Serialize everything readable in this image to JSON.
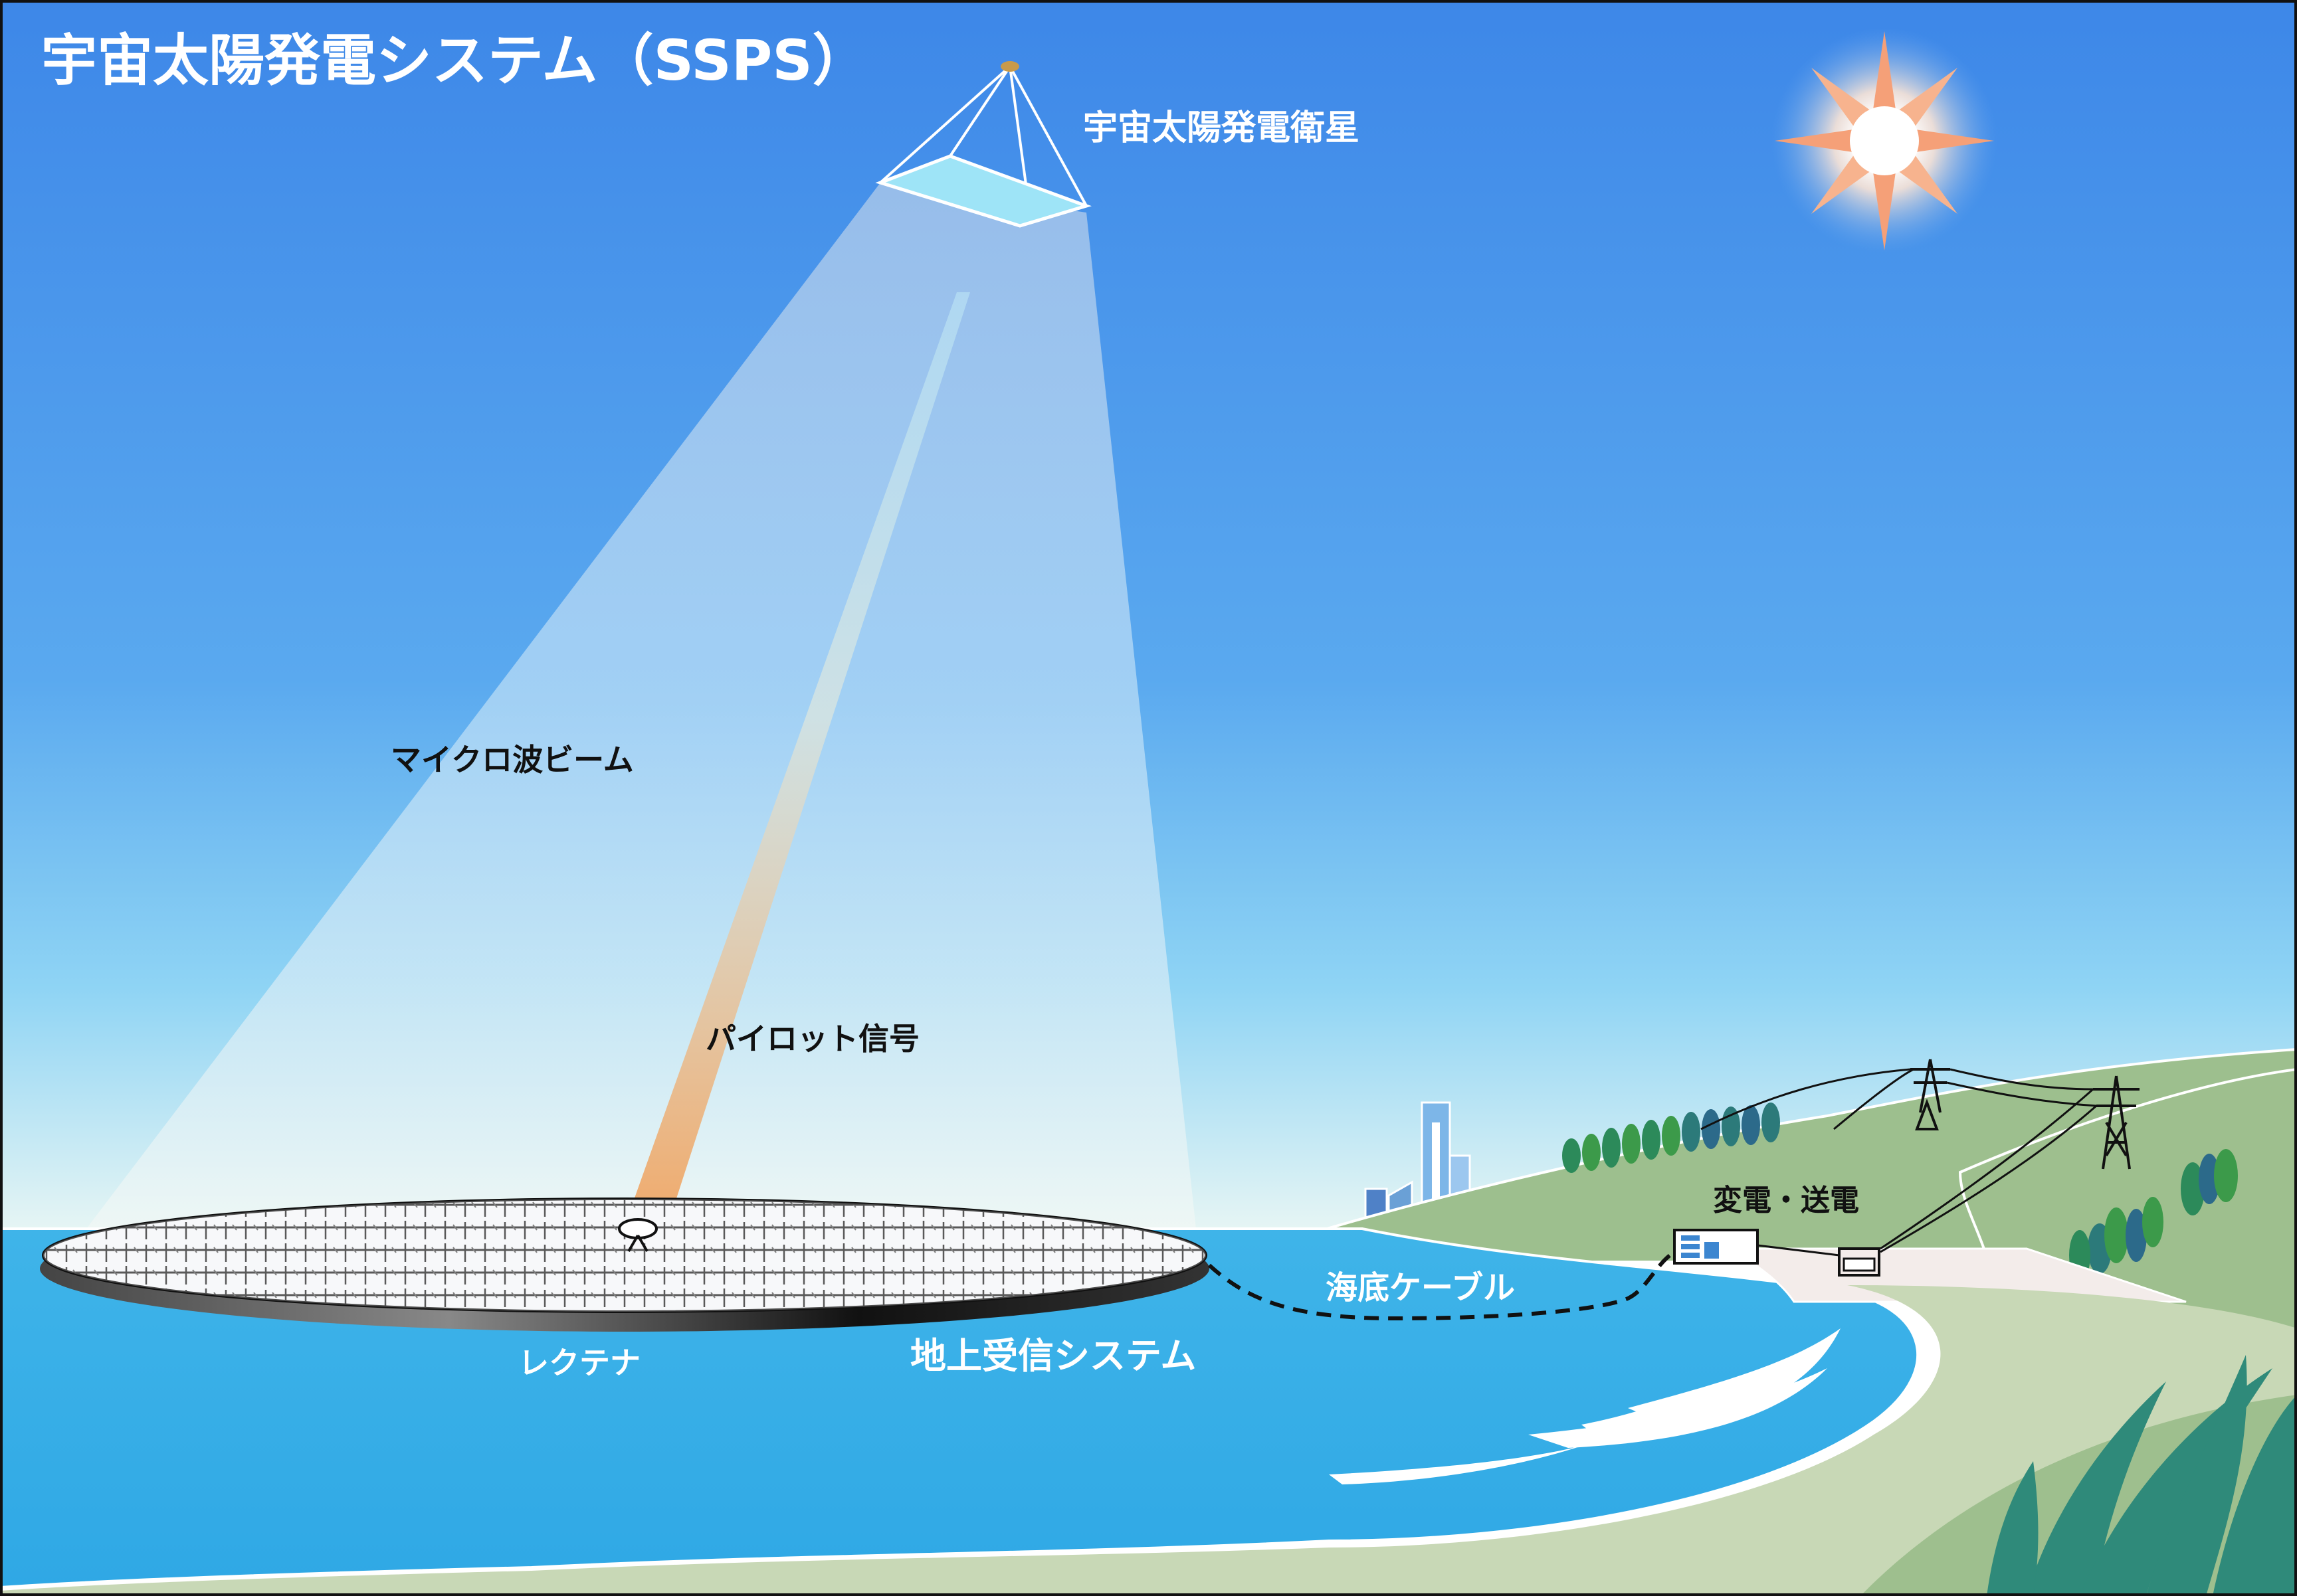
{
  "title": "宇宙太陽発電システム（SSPS）",
  "labels": {
    "satellite": "宇宙太陽発電衛星",
    "microwave_beam": "マイクロ波ビーム",
    "pilot_signal": "パイロット信号",
    "rectenna": "レクテナ",
    "ground_system": "地上受信システム",
    "submarine_cable": "海底ケーブル",
    "substation": "変電・送電"
  },
  "colors": {
    "sky_top": "#3f8ae8",
    "sky_bottom": "#b8e8f6",
    "sea": "#39b5ec",
    "land": "#c9d9b8",
    "hill": "#9ebf8e",
    "beam": "#cfe7ff",
    "pilot": "#f3b27a",
    "text_white": "#ffffff",
    "text_black": "#111111"
  }
}
